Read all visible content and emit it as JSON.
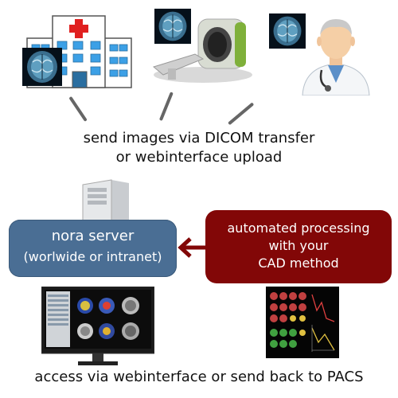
{
  "captions": {
    "send_line1": "send images via DICOM transfer",
    "send_line2": "or webinterface upload",
    "access": "access via webinterface or send back to PACS"
  },
  "nora_box": {
    "title": "nora server",
    "subtitle": "(worlwide or intranet)",
    "color": "#4a6e94"
  },
  "cad_box": {
    "line1": "automated processing",
    "line2": "with your",
    "line3": "CAD method",
    "color": "#820707"
  },
  "icons": [
    "hospital-icon",
    "mri-scanner-icon",
    "doctor-icon",
    "brain-scan-icon",
    "server-tower-icon",
    "workstation-monitor-icon",
    "cad-result-panel-icon",
    "arrow-left-icon"
  ]
}
